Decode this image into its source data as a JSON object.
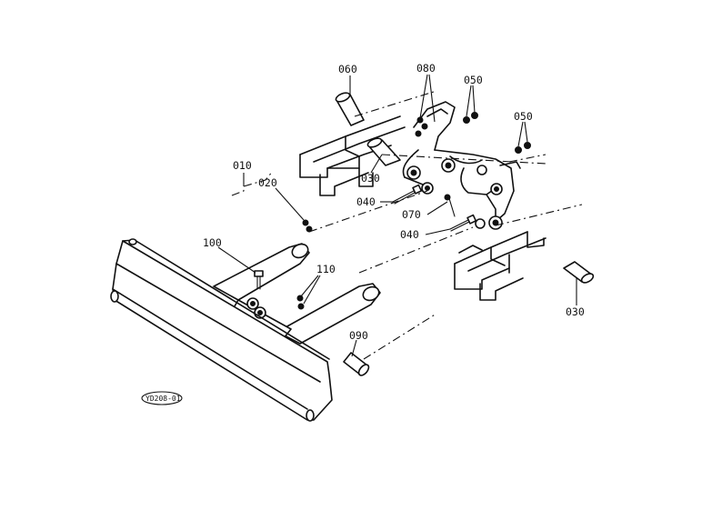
{
  "diagram": {
    "callouts": [
      {
        "id": "c060",
        "text": "060"
      },
      {
        "id": "c080",
        "text": "080"
      },
      {
        "id": "c050a",
        "text": "050"
      },
      {
        "id": "c050b",
        "text": "050"
      },
      {
        "id": "c030a",
        "text": "030"
      },
      {
        "id": "c040a",
        "text": "040"
      },
      {
        "id": "c070",
        "text": "070"
      },
      {
        "id": "c040b",
        "text": "040"
      },
      {
        "id": "c010",
        "text": "010"
      },
      {
        "id": "c020",
        "text": "020"
      },
      {
        "id": "c100",
        "text": "100"
      },
      {
        "id": "c110",
        "text": "110"
      },
      {
        "id": "c090",
        "text": "090"
      },
      {
        "id": "c030b",
        "text": "030"
      }
    ],
    "stamp": "YD208-01"
  }
}
